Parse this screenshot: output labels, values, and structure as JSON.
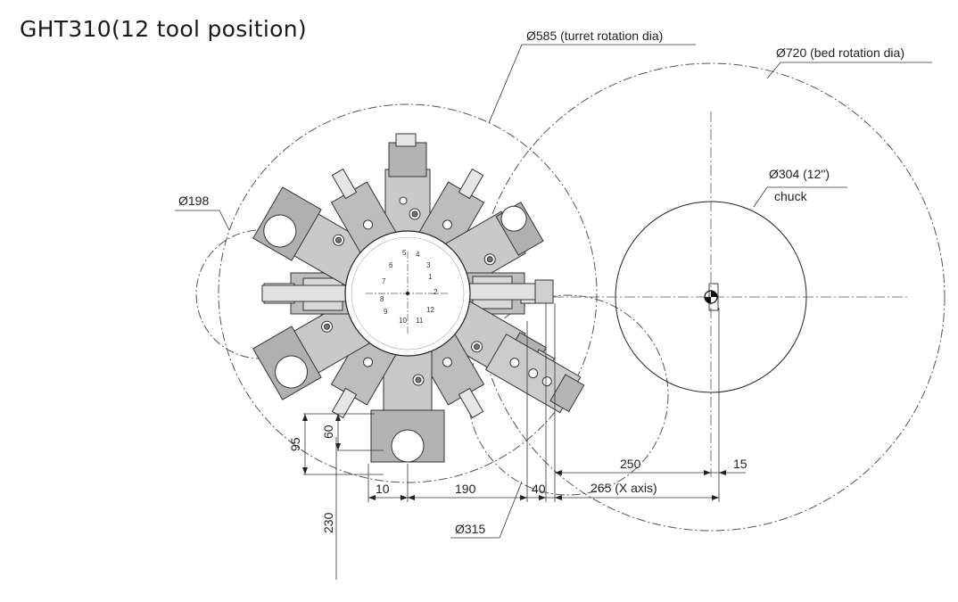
{
  "title": "GHT310(12 tool position)",
  "callouts": {
    "turret_rotation": "Ø585 (turret rotation dia)",
    "bed_rotation": "Ø720 (bed rotation dia)",
    "chuck_dia": "Ø304 (12\")",
    "chuck": "chuck",
    "tool_circle": "Ø198",
    "inner_circle": "Ø315"
  },
  "dimensions": {
    "d95": "95",
    "d60": "60",
    "d230": "230",
    "d10": "10",
    "d190": "190",
    "d40": "40",
    "d265": "265 (X axis)",
    "d250": "250",
    "d15": "15"
  },
  "tool_numbers": [
    "1",
    "2",
    "3",
    "4",
    "5",
    "6",
    "7",
    "8",
    "9",
    "10",
    "11",
    "12"
  ],
  "colors": {
    "line": "#333333",
    "body_fill": "#c9c9c9",
    "body_dark": "#9a9a9a",
    "light": "#e6e6e6"
  }
}
